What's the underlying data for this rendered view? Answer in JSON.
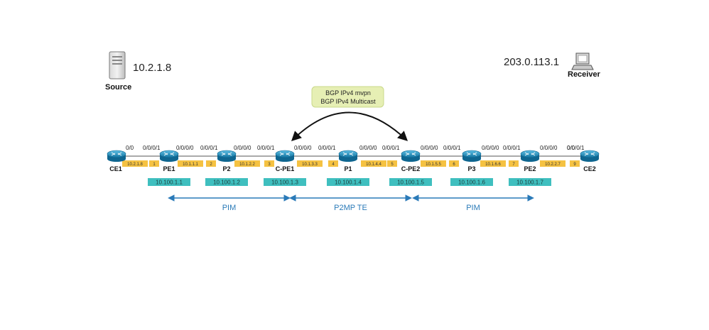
{
  "source": {
    "label": "Source",
    "ip": "10.2.1.8"
  },
  "receiver": {
    "label": "Receiver",
    "ip": "203.0.113.1"
  },
  "bgp_box": {
    "line1": "BGP IPv4 mvpn",
    "line2": "BGP IPv4 Multicast"
  },
  "routers": [
    {
      "id": "ce1",
      "name": "CE1"
    },
    {
      "id": "pe1",
      "name": "PE1"
    },
    {
      "id": "p2",
      "name": "P2"
    },
    {
      "id": "cpe1",
      "name": "C-PE1"
    },
    {
      "id": "p1",
      "name": "P1"
    },
    {
      "id": "cpe2",
      "name": "C-PE2"
    },
    {
      "id": "p3",
      "name": "P3"
    },
    {
      "id": "pe2",
      "name": "PE2"
    },
    {
      "id": "ce2",
      "name": "CE2"
    }
  ],
  "interfaces": [
    "0/0",
    "0/0/0/1",
    "0/0/0/0",
    "0/0/0/1",
    "0/0/0/0",
    "0/0/0/1",
    "0/0/0/0",
    "0/0/0/1",
    "0/0/0/0",
    "0/0/0/1",
    "0/0/0/0",
    "0/0/0/1",
    "0/0/0/0",
    "0/0/0/1",
    "0/0/0/0",
    "0/0/0/1",
    "0/0/0/0",
    "0/0"
  ],
  "link_addresses": [
    "10.2.1.8",
    "1",
    "10.1.1.1",
    "2",
    "10.1.2.2",
    "3",
    "10.1.3.3",
    "4",
    "10.1.4.4",
    "5",
    "10.1.5.5",
    "6",
    "10.1.6.6",
    "7",
    "10.2.2.7",
    "9"
  ],
  "loopbacks": [
    "10.100.1.1",
    "10.100.1.2",
    "10.100.1.3",
    "10.100.1.4",
    "10.100.1.5",
    "10.100.1.6",
    "10.100.1.7"
  ],
  "segments": [
    "PIM",
    "P2MP TE",
    "PIM"
  ],
  "colors": {
    "router_fill": "#1b8fc2",
    "addr_fill": "#f5c242",
    "loopback_fill": "#3fbfbf",
    "arrow": "#2a7ab8",
    "bgp_fill": "#e6efb4",
    "segment_text": "#2a7ab8"
  }
}
